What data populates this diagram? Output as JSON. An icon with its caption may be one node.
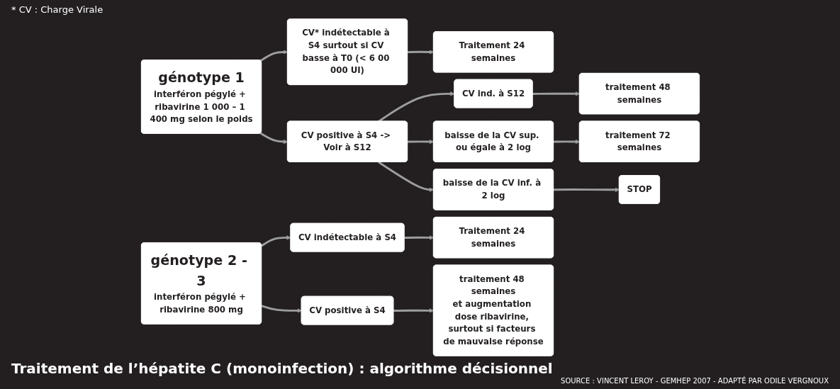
{
  "diagram": {
    "title": "Traitement de l’hépatite C (monoinfection) : algorithme décisionnel",
    "nodes": [
      {
        "text": [
          "génotype 1",
          "interféron pégylé + ribavirine 1 000 – 1 400 mg selon le poids"
        ]
      },
      {
        "text": [
          "CV* indétectable à S4 surtout si CV basse à T0 (< 6 00 000 UI)"
        ]
      },
      {
        "text": [
          "Traitement 24 semaines"
        ]
      },
      {
        "text": [
          "CV positive à S4 -> Voir à S12"
        ]
      },
      {
        "text": [
          "CV ind. à S12"
        ]
      },
      {
        "text": [
          "traitement 48 semaines"
        ]
      },
      {
        "text": [
          "baisse de la CV sup. ou égale à 2 log"
        ]
      },
      {
        "text": [
          "traitement 72 semaines"
        ]
      },
      {
        "text": [
          "baisse de la CV inf. à 2 log"
        ]
      },
      {
        "text": [
          "STOP"
        ]
      },
      {
        "text": [
          "génotype 2 - 3",
          "interféron pégylé + ribavirine 800 mg"
        ]
      },
      {
        "text": [
          "CV indétectable à S4"
        ]
      },
      {
        "text": [
          "Traitement 24 semaines"
        ]
      },
      {
        "text": [
          "CV positive à S4"
        ]
      },
      {
        "text": [
          "traitement 48 semaines",
          "et augmentation dose ribavirine, surtout si facteurs de mauvaise réponse"
        ]
      }
    ],
    "edges": [
      {
        "from": 0,
        "to": 1,
        "arrow": "to"
      },
      {
        "from": 0,
        "to": 3,
        "arrow": "to"
      },
      {
        "from": 1,
        "to": 2,
        "arrow": "to"
      },
      {
        "from": 3,
        "to": 4,
        "arrow": "to"
      },
      {
        "from": 3,
        "to": 6,
        "arrow": "to"
      },
      {
        "from": 3,
        "to": 8,
        "arrow": "to"
      },
      {
        "from": 4,
        "to": 5,
        "arrow": "to"
      },
      {
        "from": 6,
        "to": 7,
        "arrow": "to"
      },
      {
        "from": 8,
        "to": 9,
        "arrow": "to"
      },
      {
        "from": 10,
        "to": 11,
        "arrow": "to"
      },
      {
        "from": 10,
        "to": 13,
        "arrow": "to"
      },
      {
        "from": 11,
        "to": 12,
        "arrow": "to"
      },
      {
        "from": 13,
        "to": 14,
        "arrow": "to"
      }
    ],
    "labels": [
      "* CV : Charge Virale",
      "SOURCE : VINCENT LEROY - GEMHEP 2007 - ADAPTÉ PAR ODILE VERGNOUX"
    ]
  }
}
